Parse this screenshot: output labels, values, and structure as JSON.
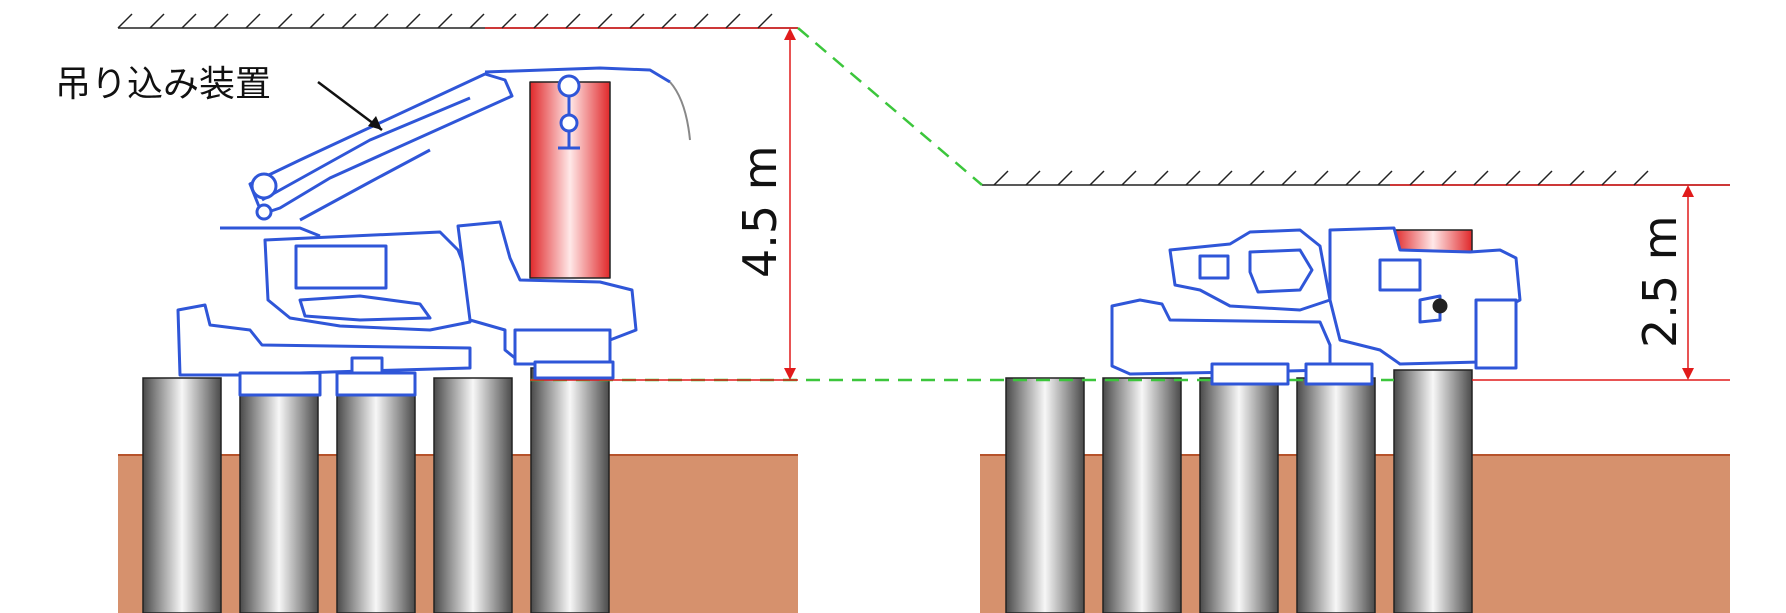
{
  "labels": {
    "crane_device": "吊り込み装置",
    "height_left": "4.5 m",
    "height_right": "2.5 m"
  },
  "colors": {
    "soil": "#d6916d",
    "soil_edge": "#b7532b",
    "machine": "#2f56d8",
    "dimension": "#e11b1b",
    "guide": "#3cc63c",
    "pile_dark": "#5a5a5a",
    "pile_light": "#f5f5f5",
    "casing_red": "#e0282a"
  },
  "icons": {
    "ground_hatch": "hatch-lines",
    "dimension_arrow": "arrowheads"
  }
}
